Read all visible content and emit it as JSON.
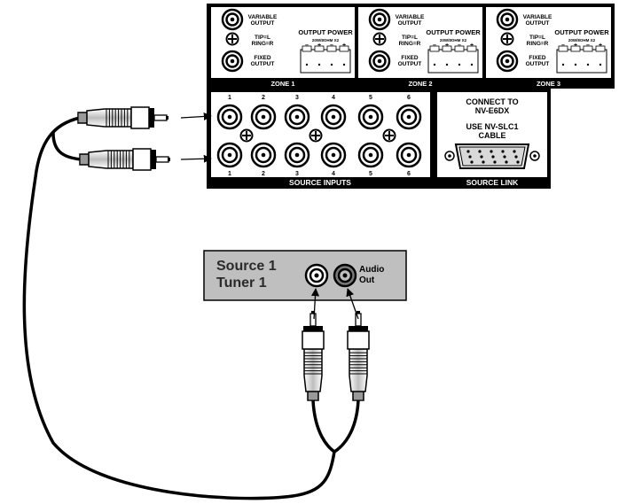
{
  "zones": [
    {
      "variable_output": "VARIABLE\nOUTPUT",
      "tip_ring": "TIP=L\nRING=R",
      "fixed_output": "FIXED\nOUTPUT",
      "output_power": "OUTPUT POWER",
      "power_spec": "20W/8OHM X2",
      "polarity": [
        "–",
        "+",
        "–",
        "+"
      ],
      "name": "ZONE 1"
    },
    {
      "variable_output": "VARIABLE\nOUTPUT",
      "tip_ring": "TIP=L\nRING=R",
      "fixed_output": "FIXED\nOUTPUT",
      "output_power": "OUTPUT POWER",
      "power_spec": "20W/8OHM X2",
      "polarity": [
        "–",
        "+",
        "–",
        "+"
      ],
      "name": "ZONE 2"
    },
    {
      "variable_output": "VARIABLE\nOUTPUT",
      "tip_ring": "TIP=L\nRING=R",
      "fixed_output": "FIXED\nOUTPUT",
      "output_power": "OUTPUT POWER",
      "power_spec": "20W/8OHM X2",
      "polarity": [
        "–",
        "+",
        "–",
        "+"
      ],
      "name": "ZONE 3"
    }
  ],
  "source_inputs": {
    "numbers": [
      "1",
      "2",
      "3",
      "4",
      "5",
      "6"
    ],
    "label": "SOURCE INPUTS"
  },
  "source_link": {
    "connect_to": "CONNECT TO\nNV-E6DX",
    "use_cable": "USE NV-SLC1\nCABLE",
    "label": "SOURCE LINK"
  },
  "source_device": {
    "title": "Source 1\nTuner 1",
    "audio_out": "Audio\nOut"
  },
  "colors": {
    "panel_black": "#000000",
    "device_gray": "#bfbfbf",
    "plug_gray": "#c8c8c8"
  }
}
